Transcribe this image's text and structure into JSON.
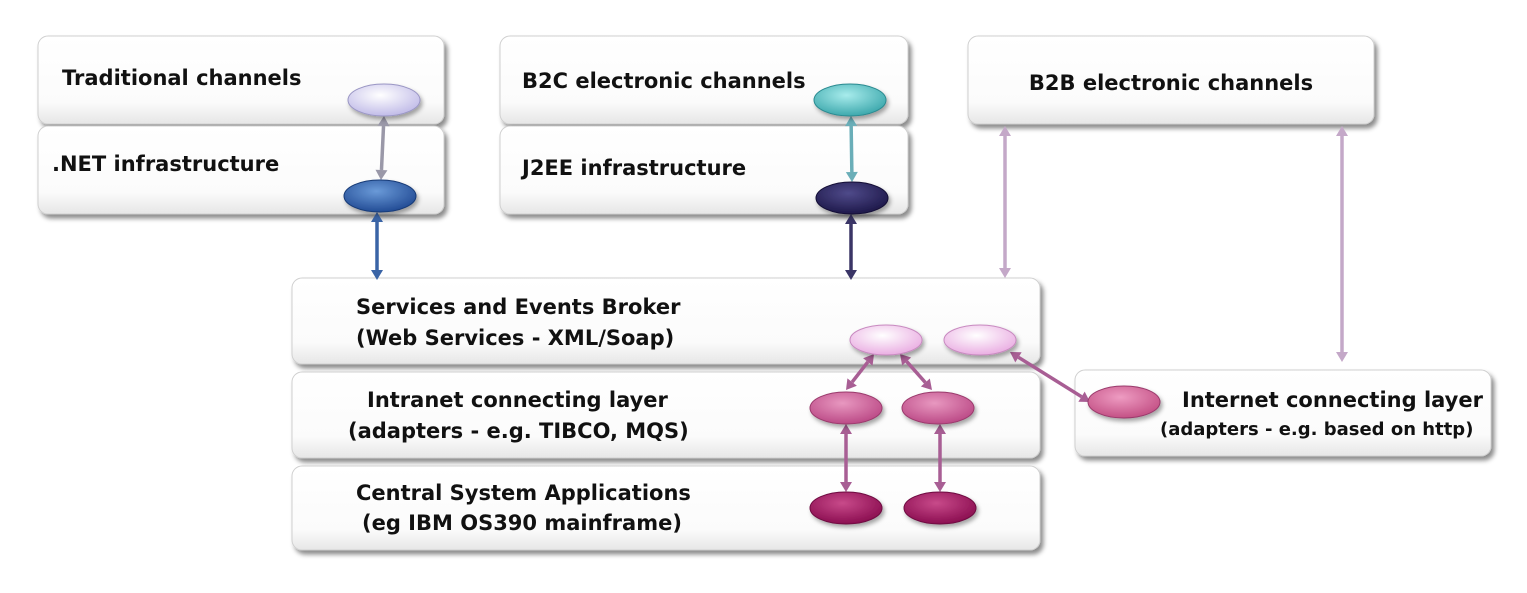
{
  "boxes": {
    "traditional": {
      "line1": "Traditional channels"
    },
    "net_infra": {
      "line1": ".NET infrastructure"
    },
    "b2c": {
      "line1": "B2C electronic channels"
    },
    "j2ee": {
      "line1": "J2EE infrastructure"
    },
    "b2b": {
      "line1": "B2B electronic channels"
    },
    "broker": {
      "line1": "Services and Events Broker",
      "line2": "(Web Services - XML/Soap)"
    },
    "intranet": {
      "line1": "Intranet connecting layer",
      "line2": "(adapters - e.g. TIBCO, MQS)"
    },
    "central": {
      "line1": "Central System Applications",
      "line2": "(eg IBM OS390 mainframe)"
    },
    "internet": {
      "line1": "Internet connecting layer",
      "line2": "(adapters - e.g. based on http)"
    }
  },
  "colors": {
    "traditional_node": "#dcd8f4",
    "net_node": "#2f5fa8",
    "b2c_node": "#5cc2c4",
    "j2ee_node": "#2a2358",
    "broker_node": "#f2c4ec",
    "intranet_node": "#cc5f95",
    "central_node": "#a0155f",
    "internet_node": "#d05c91",
    "arrow_grey": "#9a98a8",
    "arrow_teal": "#6aaeb8",
    "arrow_blue": "#3a64a6",
    "arrow_navy": "#3a3566",
    "arrow_mauve": "#c4a8c8",
    "arrow_magenta": "#a85e94"
  },
  "icons": [
    "ellipse-node",
    "double-headed-arrow"
  ]
}
